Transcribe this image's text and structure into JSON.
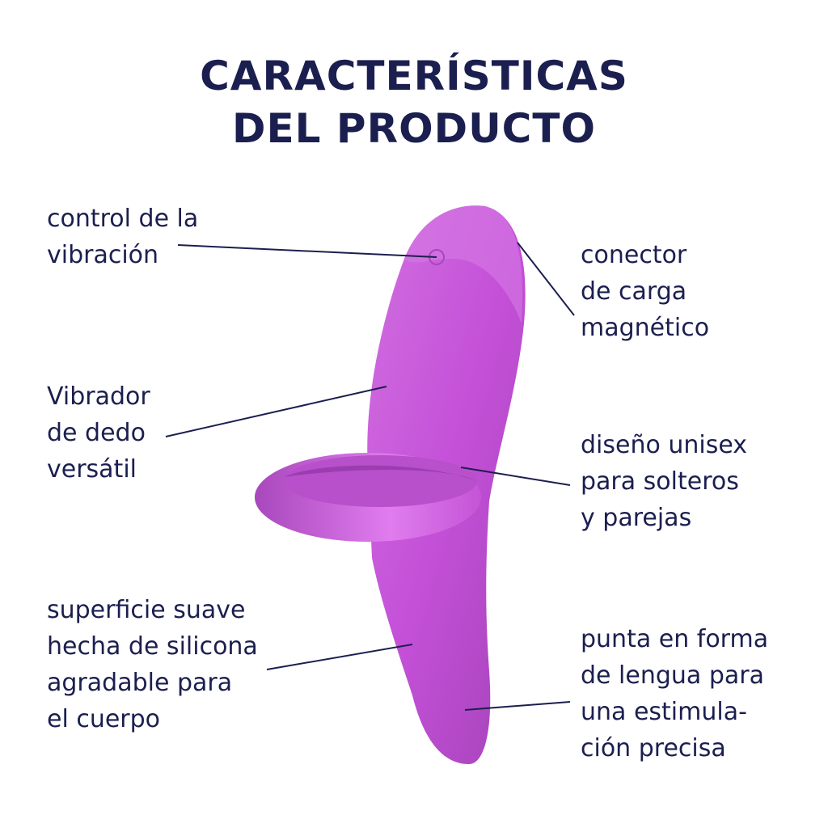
{
  "title": {
    "line1": "CARACTERÍSTICAS",
    "line2": "DEL PRODUCTO"
  },
  "features": {
    "vibration_control": [
      "control de la",
      "vibración"
    ],
    "finger_vibrator": [
      "Vibrador",
      "de dedo",
      "versátil"
    ],
    "silicone_surface": [
      "superficie suave",
      "hecha de silicona",
      "agradable para",
      "el cuerpo"
    ],
    "magnetic_connector": [
      "conector",
      "de carga",
      "magnético"
    ],
    "unisex_design": [
      "diseño unisex",
      "para solteros",
      "y parejas"
    ],
    "tongue_tip": [
      "punta en forma",
      "de lengua para",
      "una estimula-",
      "ción precisa"
    ]
  },
  "colors": {
    "text": "#1b1f4f",
    "product": "#c956d6",
    "product_light": "#e07cee",
    "product_dark": "#9c3fb0"
  }
}
